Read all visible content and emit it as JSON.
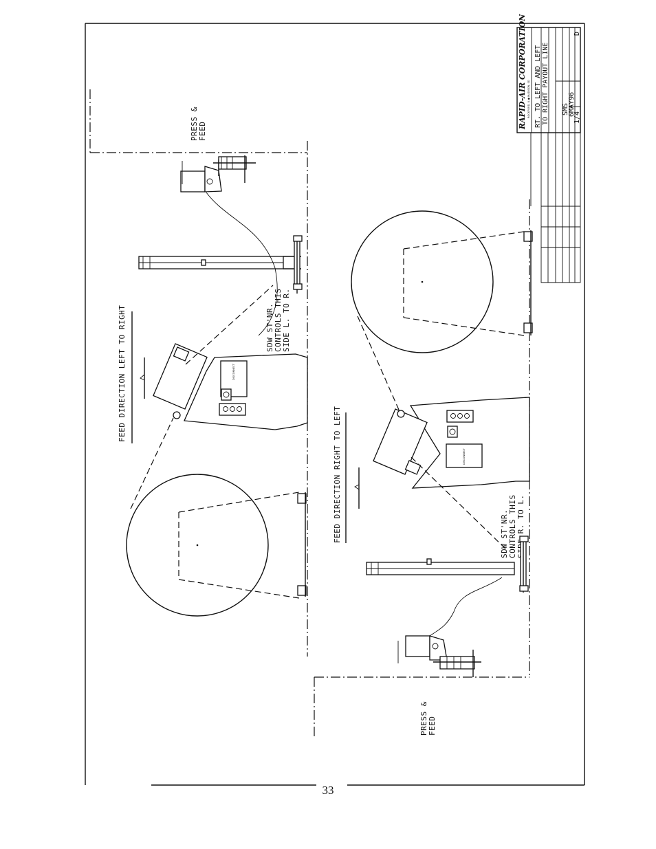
{
  "drawing": {
    "upper_press_label": "PRESS &\nFEED",
    "upper_feed_direction": "FEED DIRECTION LEFT TO RIGHT",
    "upper_controls_note": "SDW ST'NR.\nCONTROLS THIS\nSIDE L. TO R.",
    "lower_press_label": "PRESS &\nFEED",
    "lower_feed_direction": "FEED DIRECTION RIGHT TO LEFT",
    "lower_controls_note": "SDW ST'NR.\nCONTROLS THIS\nSIDE R. TO L.",
    "panel_label": "DISCONNECT"
  },
  "title_block": {
    "company": "RAPID-AIR CORPORATION",
    "location": "ROCKFORD, IL ● MADISON, SD",
    "title_line1": "RT. TO LEFT AND LEFT",
    "title_line2": "TO RIGHT PAYOUT LINE",
    "drawn_by": "SMS",
    "date": "6MAY96",
    "scale": "1/4",
    "size": "D"
  },
  "page_number": "33"
}
